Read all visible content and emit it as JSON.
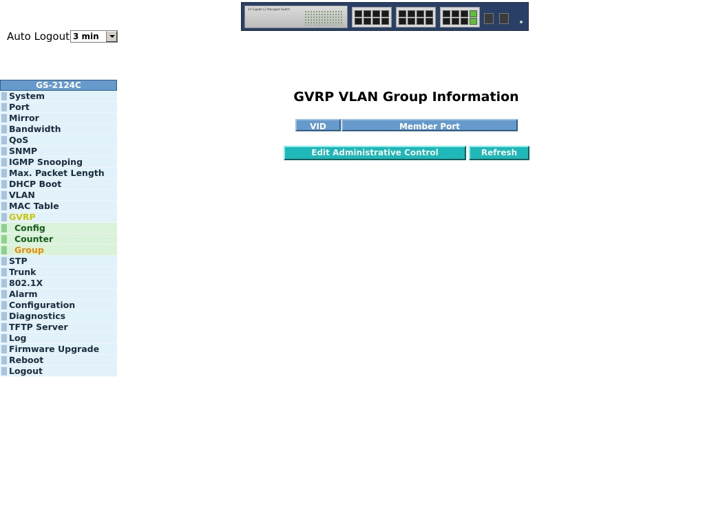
{
  "header": {
    "device_image": "gigabit-managed-switch-front-panel",
    "device_caption": "24 Gigabit L2 Managed Switch"
  },
  "auto_logout": {
    "label": "Auto Logout",
    "selected": "3 min"
  },
  "sidebar": {
    "title": "GS-2124C",
    "items": [
      {
        "label": "System"
      },
      {
        "label": "Port"
      },
      {
        "label": "Mirror"
      },
      {
        "label": "Bandwidth"
      },
      {
        "label": "QoS"
      },
      {
        "label": "SNMP"
      },
      {
        "label": "IGMP Snooping"
      },
      {
        "label": "Max. Packet Length"
      },
      {
        "label": "DHCP Boot"
      },
      {
        "label": "VLAN"
      },
      {
        "label": "MAC Table"
      },
      {
        "label": "GVRP",
        "state": "active"
      },
      {
        "label": "Config",
        "level": "sub"
      },
      {
        "label": "Counter",
        "level": "sub"
      },
      {
        "label": "Group",
        "level": "sub",
        "state": "selected"
      },
      {
        "label": "STP"
      },
      {
        "label": "Trunk"
      },
      {
        "label": "802.1X"
      },
      {
        "label": "Alarm"
      },
      {
        "label": "Configuration"
      },
      {
        "label": "Diagnostics"
      },
      {
        "label": "TFTP Server"
      },
      {
        "label": "Log"
      },
      {
        "label": "Firmware Upgrade"
      },
      {
        "label": "Reboot"
      },
      {
        "label": "Logout"
      }
    ]
  },
  "main": {
    "title": "GVRP VLAN Group Information",
    "table": {
      "columns": [
        "VID",
        "Member Port"
      ],
      "rows": []
    },
    "buttons": {
      "edit_label": "Edit Administrative Control",
      "refresh_label": "Refresh"
    }
  },
  "colors": {
    "header_blue": "#6699cc",
    "nav_bg": "#e1f2fb",
    "subnav_bg": "#d9f2d9",
    "active_item": "#c8c800",
    "selected_subitem": "#ea8a00",
    "button_teal": "#1fb8b8"
  }
}
